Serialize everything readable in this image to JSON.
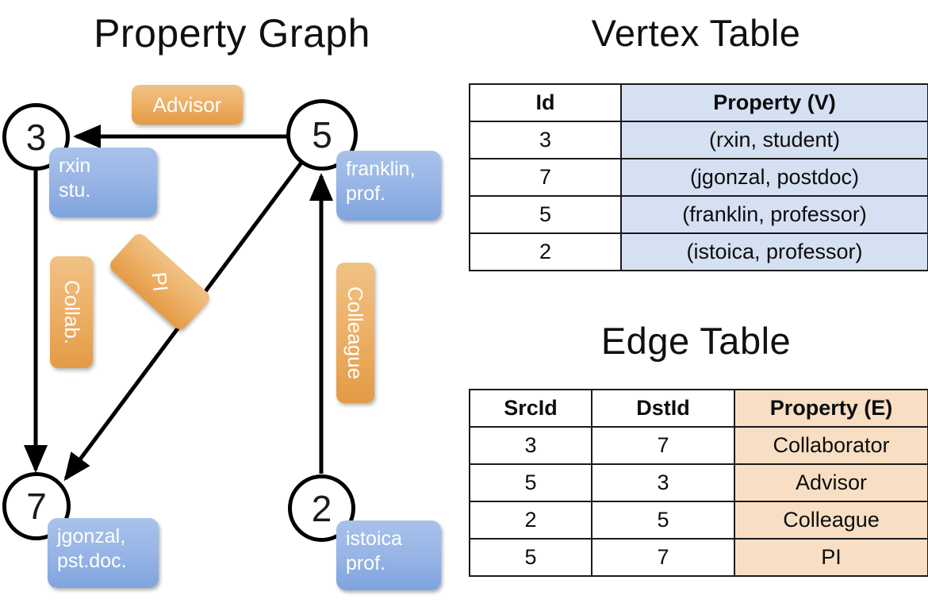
{
  "titles": {
    "property_graph": "Property Graph",
    "vertex_table": "Vertex Table",
    "edge_table": "Edge Table"
  },
  "colors": {
    "vertex_box_fill": "#9ab6e6",
    "edge_label_fill": "#eeb169",
    "vertex_table_cell": "#d5e0f2",
    "edge_table_cell": "#f8dfc4",
    "stroke": "#000000"
  },
  "graph": {
    "vertices": [
      {
        "id": "3",
        "property_lines": [
          "rxin",
          "stu."
        ]
      },
      {
        "id": "5",
        "property_lines": [
          "franklin,",
          "prof."
        ]
      },
      {
        "id": "7",
        "property_lines": [
          "jgonzal,",
          "pst.doc."
        ]
      },
      {
        "id": "2",
        "property_lines": [
          "istoica",
          "prof."
        ]
      }
    ],
    "edge_labels": [
      {
        "name": "advisor",
        "text": "Advisor",
        "orientation": "horizontal"
      },
      {
        "name": "collab",
        "text": "Collab.",
        "orientation": "vertical"
      },
      {
        "name": "pi",
        "text": "PI",
        "orientation": "diagonal"
      },
      {
        "name": "colleague",
        "text": "Colleague",
        "orientation": "vertical"
      }
    ]
  },
  "vertex_table": {
    "headers": [
      "Id",
      "Property (V)"
    ],
    "rows": [
      {
        "id": "3",
        "property": "(rxin, student)"
      },
      {
        "id": "7",
        "property": "(jgonzal, postdoc)"
      },
      {
        "id": "5",
        "property": "(franklin, professor)"
      },
      {
        "id": "2",
        "property": "(istoica, professor)"
      }
    ]
  },
  "edge_table": {
    "headers": [
      "SrcId",
      "DstId",
      "Property (E)"
    ],
    "rows": [
      {
        "src": "3",
        "dst": "7",
        "property": "Collaborator"
      },
      {
        "src": "5",
        "dst": "3",
        "property": "Advisor"
      },
      {
        "src": "2",
        "dst": "5",
        "property": "Colleague"
      },
      {
        "src": "5",
        "dst": "7",
        "property": "PI"
      }
    ]
  }
}
